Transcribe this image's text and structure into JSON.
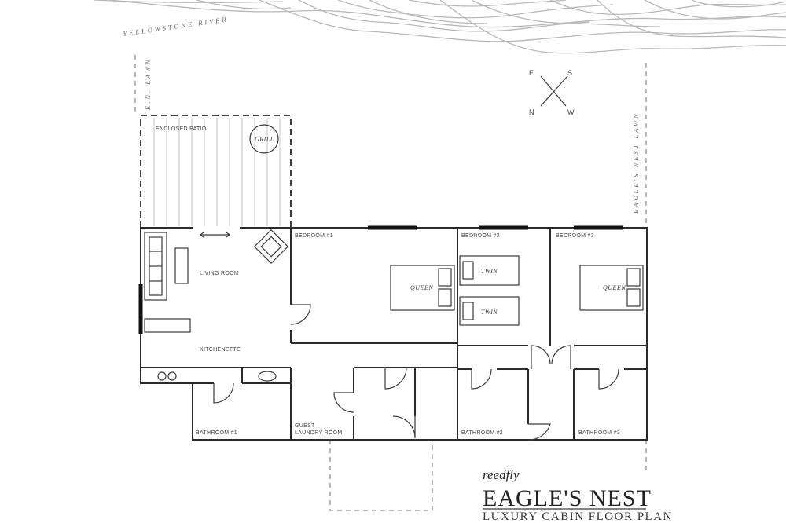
{
  "site": {
    "river": "YELLOWSTONE RIVER",
    "west_lawn": "E.N. LAWN",
    "east_lawn": "EAGLE'S NEST LAWN"
  },
  "compass": {
    "n": "N",
    "e": "E",
    "s": "S",
    "w": "W"
  },
  "rooms": {
    "enclosed_patio": "ENCLOSED PATIO",
    "grill": "GRILL",
    "living_room": "LIVING ROOM",
    "kitchenette": "KITCHENETTE",
    "bedroom1": "BEDROOM #1",
    "bedroom2": "BEDROOM #2",
    "bedroom3": "BEDROOM #3",
    "bathroom1": "BATHROOM #1",
    "guest": "GUEST",
    "laundry": "LAUNDRY ROOM",
    "bathroom2": "BATHROOM #2",
    "bathroom3": "BATHROOM #3"
  },
  "beds": {
    "queen": "QUEEN",
    "twin": "TWIN"
  },
  "branding": {
    "logo": "reedfly",
    "title": "EAGLE'S NEST",
    "subtitle": "LUXURY CABIN FLOOR PLAN"
  }
}
